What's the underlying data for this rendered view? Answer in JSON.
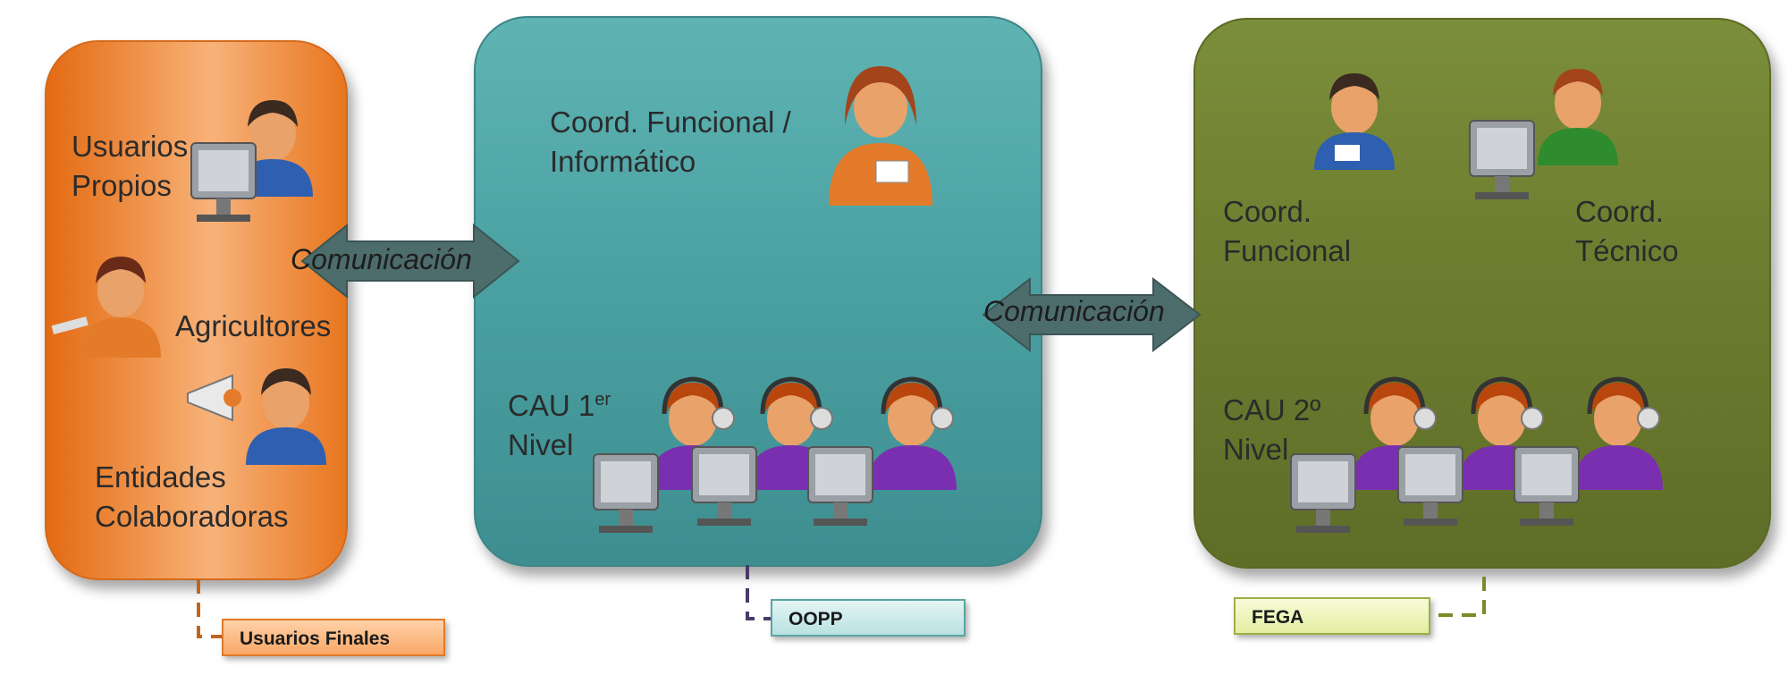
{
  "panels": {
    "users": {
      "items": [
        "Usuarios\nPropios",
        "Agricultores",
        "Entidades\nColaboradoras"
      ],
      "tag": "Usuarios Finales"
    },
    "oopp": {
      "coordinator": "Coord. Funcional /\nInformático",
      "cau_prefix": "CAU 1",
      "cau_sup": "er",
      "cau_suffix": "Nivel",
      "tag": "OOPP"
    },
    "fega": {
      "coord_functional": "Coord.\nFuncional",
      "coord_technical": "Coord.\nTécnico",
      "cau": "CAU 2º\nNivel",
      "tag": "FEGA"
    }
  },
  "arrows": {
    "left_label": "Comunicación",
    "right_label": "Comunicación"
  },
  "colors": {
    "users_panel": "#e8761e",
    "oopp_panel": "#4aa0a1",
    "fega_panel": "#6b7b2f",
    "arrow": "#4d6c6c"
  },
  "icons": [
    "user-at-computer-icon",
    "farmer-icon",
    "megaphone-user-icon",
    "coordinator-woman-icon",
    "coordinator-man-icon",
    "technician-at-computer-icon",
    "helpdesk-operator-icon"
  ]
}
